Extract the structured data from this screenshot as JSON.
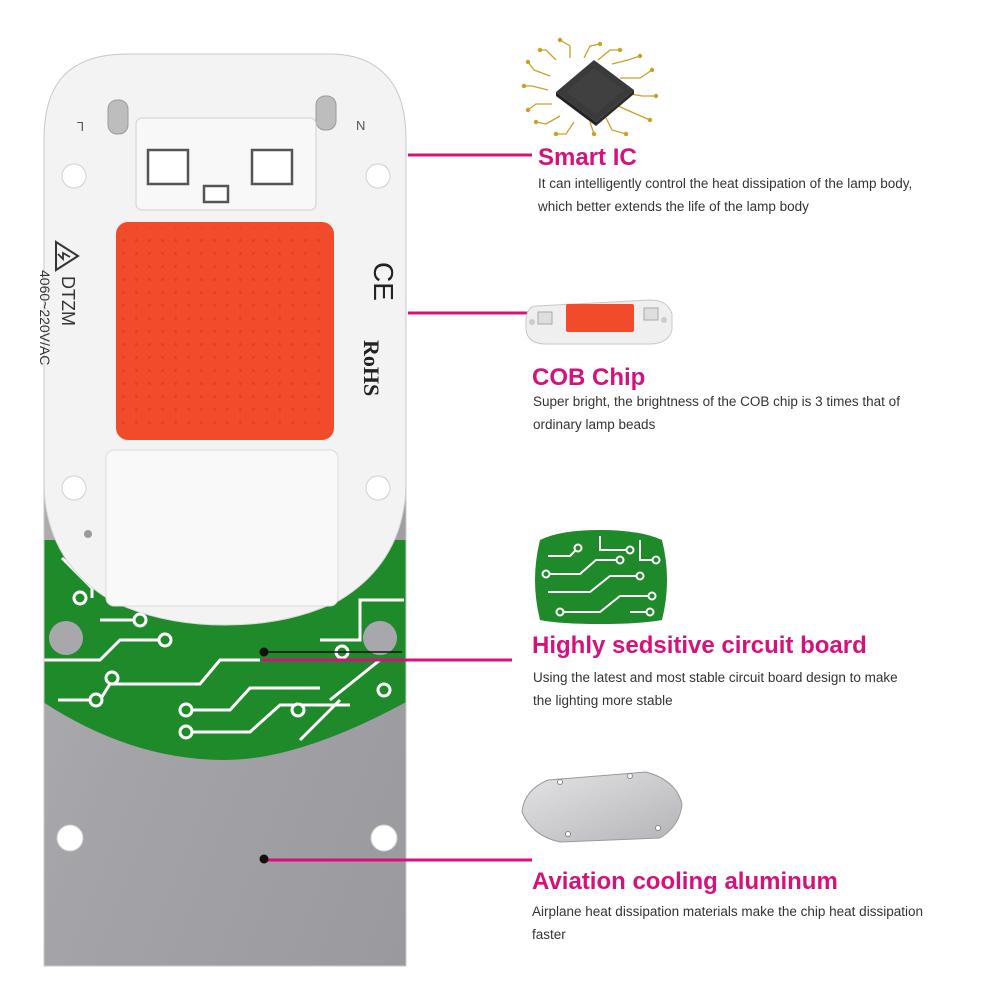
{
  "module": {
    "pad_left": "L",
    "pad_right": "N",
    "brand": "DTZM",
    "voltage": "4060~220V/AC",
    "ce_mark": "CE",
    "rohs_mark": "RoHS",
    "warning_icon": "high-voltage-icon",
    "colors": {
      "board": "#f2f2f2",
      "chip": "#f24b2c",
      "circuit": "#1e8a2a",
      "aluminum": "#a9a9ad"
    }
  },
  "features": [
    {
      "title": "Smart IC",
      "desc_lines": [
        "It can intelligently control the heat dissipation of the lamp body,",
        "which better extends the life of the lamp body"
      ],
      "icon": "ic-chip-icon"
    },
    {
      "title": "COB Chip",
      "desc_lines": [
        "Super bright, the brightness of the COB chip is 3 times that of",
        "ordinary lamp beads"
      ],
      "icon": "cob-module-icon"
    },
    {
      "title": "Highly sedsitive circuit board",
      "desc_lines": [
        "Using the latest and most stable circuit board design to make",
        "the lighting more stable"
      ],
      "icon": "circuit-board-icon"
    },
    {
      "title": "Aviation cooling aluminum",
      "desc_lines": [
        "Airplane heat dissipation materials make the chip heat dissipation",
        "faster"
      ],
      "icon": "aluminum-plate-icon"
    }
  ],
  "colors": {
    "accent": "#d6127a",
    "text": "#333333"
  }
}
